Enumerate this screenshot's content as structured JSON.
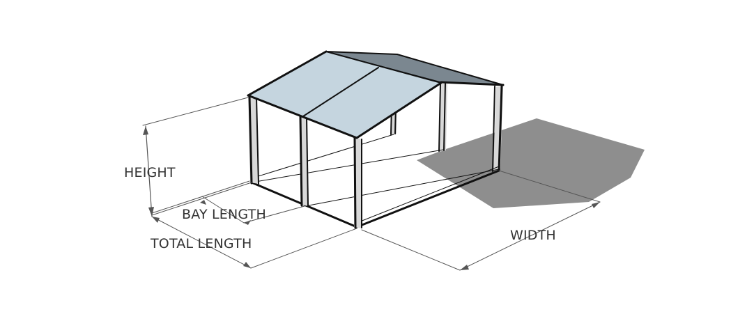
{
  "diagram": {
    "labels": {
      "height": "HEIGHT",
      "bay_length": "BAY LENGTH",
      "total_length": "TOTAL LENGTH",
      "width": "WIDTH"
    },
    "colors": {
      "roof_front": "#c5d5df",
      "roof_back": "#7b8790",
      "shadow": "#8e8e8e",
      "post": "#d8d8d8",
      "frame": "#111111",
      "dimension_line": "#555555",
      "text": "#333333"
    }
  }
}
